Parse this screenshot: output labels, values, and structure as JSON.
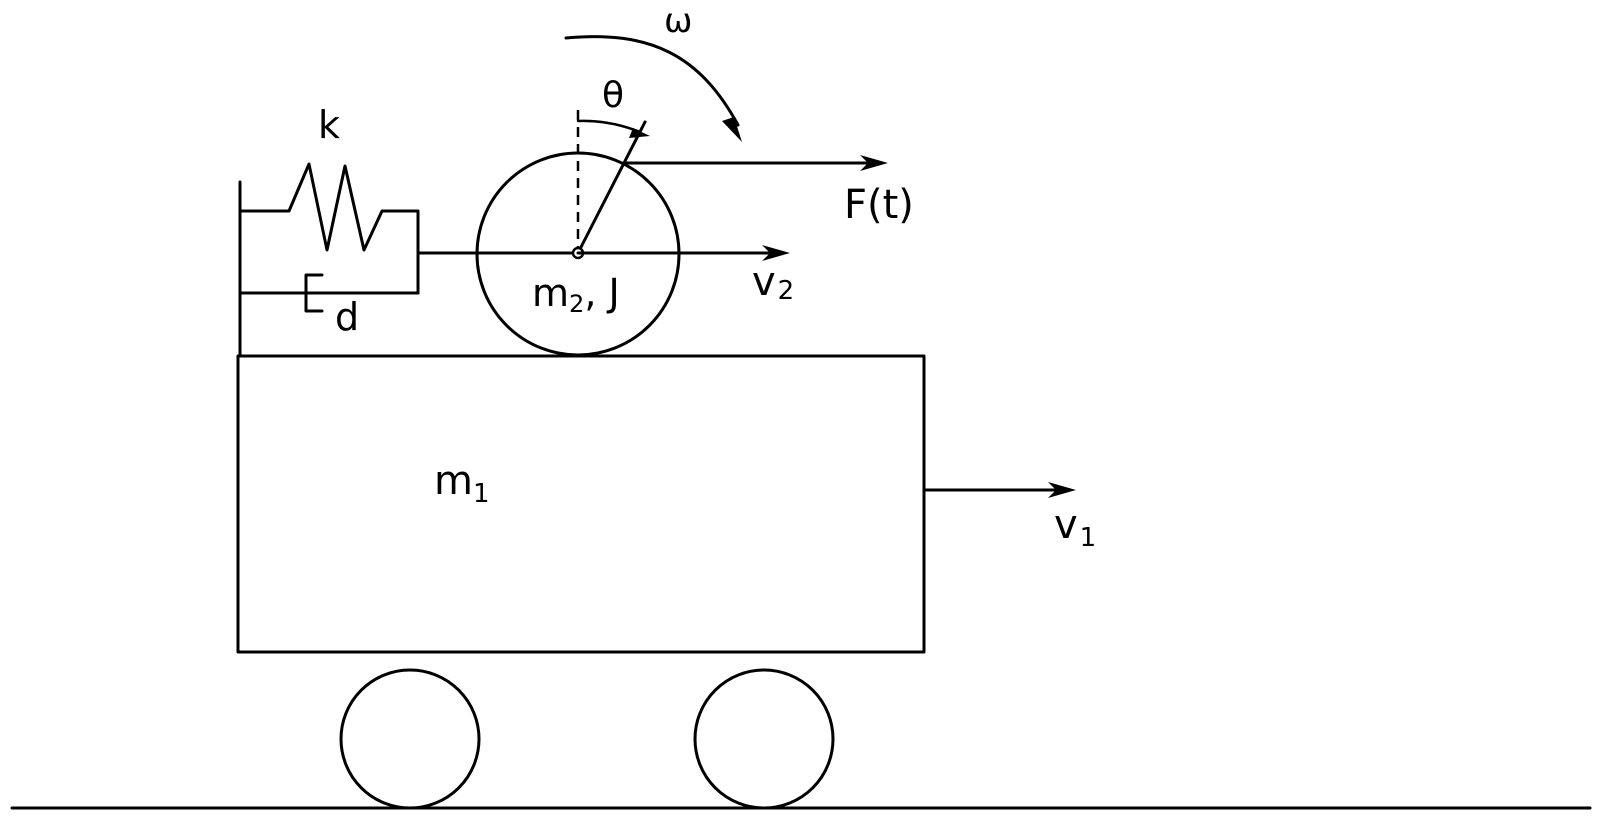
{
  "labels": {
    "omega": "ω",
    "theta": "θ",
    "spring": "k",
    "force": "F(t)",
    "velocity2_base": "v",
    "velocity2_sub": "2",
    "mass2_m": "m",
    "mass2_sub": "2",
    "mass2_rest": ", J",
    "damper": "d",
    "mass1_m": "m",
    "mass1_sub": "1",
    "velocity1_base": "v",
    "velocity1_sub": "1"
  },
  "colors": {
    "line": "#000000",
    "background": "#ffffff"
  }
}
